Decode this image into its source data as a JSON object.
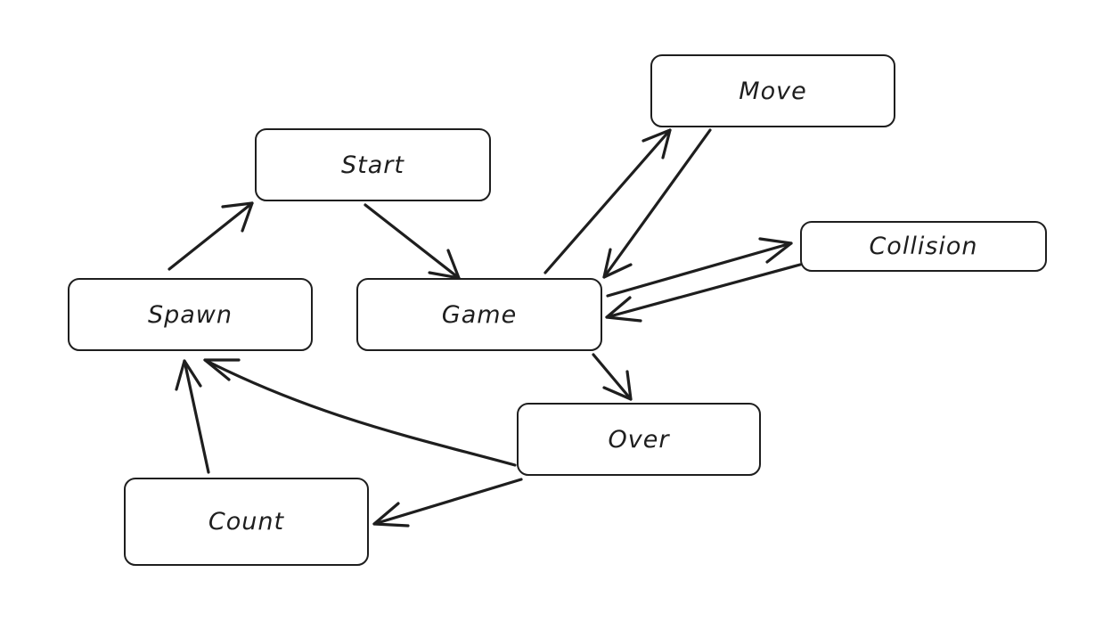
{
  "diagram": {
    "nodes": [
      {
        "id": "start",
        "label": "Start"
      },
      {
        "id": "move",
        "label": "Move"
      },
      {
        "id": "collision",
        "label": "Collision"
      },
      {
        "id": "spawn",
        "label": "Spawn"
      },
      {
        "id": "game",
        "label": "Game"
      },
      {
        "id": "over",
        "label": "Over"
      },
      {
        "id": "count",
        "label": "Count"
      }
    ],
    "edges": [
      {
        "from": "spawn",
        "to": "start"
      },
      {
        "from": "start",
        "to": "game"
      },
      {
        "from": "game",
        "to": "move"
      },
      {
        "from": "move",
        "to": "game"
      },
      {
        "from": "game",
        "to": "collision"
      },
      {
        "from": "collision",
        "to": "game"
      },
      {
        "from": "game",
        "to": "over"
      },
      {
        "from": "over",
        "to": "spawn"
      },
      {
        "from": "over",
        "to": "count"
      },
      {
        "from": "count",
        "to": "spawn"
      }
    ],
    "colors": {
      "stroke": "#1e1e1e",
      "background": "#ffffff"
    }
  }
}
